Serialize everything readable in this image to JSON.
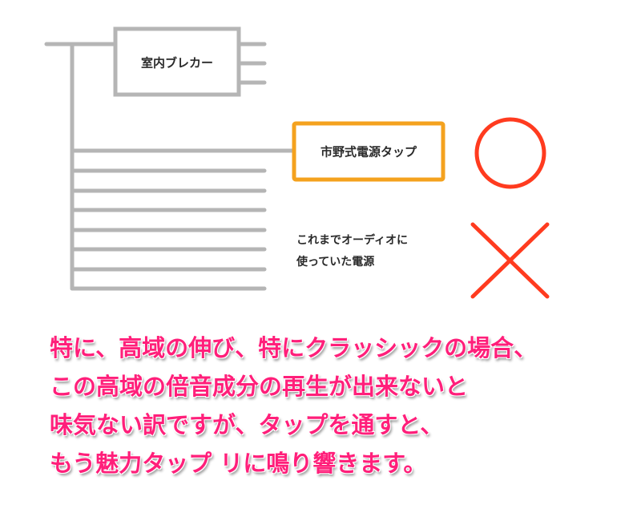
{
  "labels": {
    "breaker": "室内ブレカー",
    "power_tap": "市野式電源タップ",
    "old_source_line1": "これまでオーディオに",
    "old_source_line2": "使っていた電源"
  },
  "marks": {
    "good": "circle",
    "bad": "cross"
  },
  "caption": {
    "lines": [
      "特に、高域の伸び、特にクラッシックの場合、",
      "この高域の倍音成分の再生が出来ないと",
      "味気ない訳ですが、タップを通すと、",
      "もう魅力タップ リに鳴り響きます。"
    ]
  },
  "colors": {
    "wire": "#b5b5b5",
    "tap_border": "#f4a21e",
    "mark_red": "#ff3b1f",
    "caption": "#ff1f7a"
  }
}
